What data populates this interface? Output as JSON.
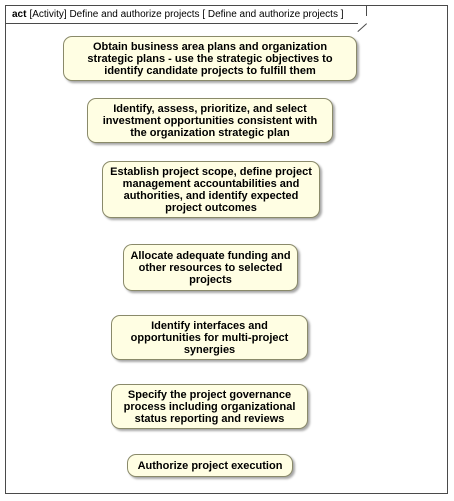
{
  "frame": {
    "keyword": "act",
    "title": "[Activity] Define and authorize projects [ Define and authorize projects ]"
  },
  "actions": [
    {
      "label": "Obtain business area plans and organization strategic plans - use the strategic objectives to identify candidate projects to fulfill them"
    },
    {
      "label": "Identify, assess, prioritize, and select investment opportunities consistent with the organization strategic plan"
    },
    {
      "label": "Establish project scope, define project management accountabilities and authorities, and identify expected project outcomes"
    },
    {
      "label": "Allocate adequate funding and other resources to selected projects"
    },
    {
      "label": "Identify interfaces and opportunities for multi-project synergies"
    },
    {
      "label": "Specify the project governance process including organizational status reporting and reviews"
    },
    {
      "label": "Authorize project execution"
    }
  ]
}
